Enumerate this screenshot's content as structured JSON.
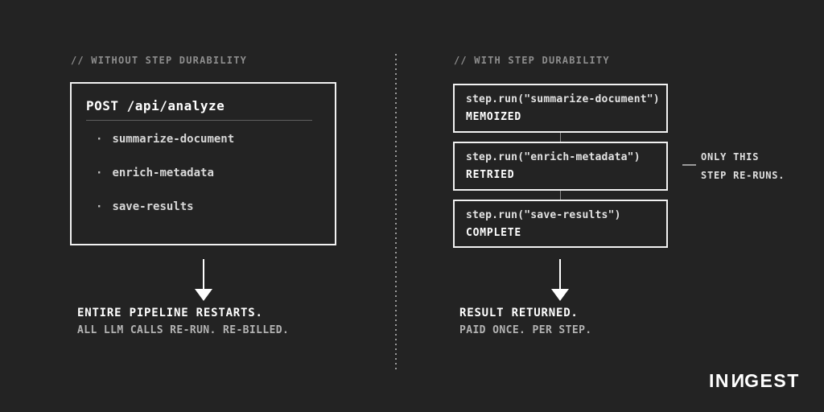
{
  "colors": {
    "background": "#232323",
    "box_border": "#f2f2f2",
    "text_primary": "#ffffff",
    "text_code": "#e3e3e3",
    "text_muted": "#8e8e8e",
    "text_secondary": "#b3b3b3",
    "divider_dotted": "#9a9a9a"
  },
  "left": {
    "header": "// WITHOUT STEP DURABILITY",
    "box": {
      "title": "POST /api/analyze",
      "bullet": "·",
      "items": [
        "summarize-document",
        "enrich-metadata",
        "save-results"
      ]
    },
    "result_primary": "ENTIRE PIPELINE RESTARTS.",
    "result_secondary": "ALL LLM CALLS RE-RUN. RE-BILLED."
  },
  "right": {
    "header": "// WITH STEP DURABILITY",
    "steps": [
      {
        "code": "step.run(\"summarize-document\")",
        "status": "MEMOIZED"
      },
      {
        "code": "step.run(\"enrich-metadata\")",
        "status": "RETRIED"
      },
      {
        "code": "step.run(\"save-results\")",
        "status": "COMPLETE"
      }
    ],
    "annotation": {
      "line1": "ONLY THIS",
      "line2": "STEP RE-RUNS."
    },
    "result_primary": "RESULT RETURNED.",
    "result_secondary": "PAID ONCE. PER STEP."
  },
  "logo": {
    "part1": "IN",
    "part2": "N",
    "part3": "GEST",
    "full_text": "INNGEST"
  }
}
